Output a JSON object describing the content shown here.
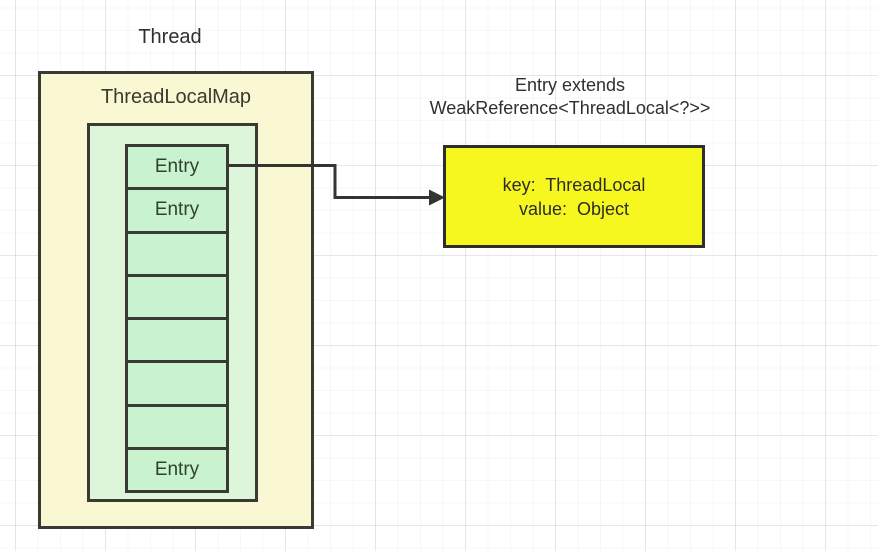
{
  "diagram": {
    "thread_label": "Thread",
    "map_box": {
      "title": "ThreadLocalMap"
    },
    "entry_table": {
      "cells": [
        {
          "label": "Entry"
        },
        {
          "label": "Entry"
        },
        {
          "label": ""
        },
        {
          "label": ""
        },
        {
          "label": ""
        },
        {
          "label": ""
        },
        {
          "label": ""
        },
        {
          "label": "Entry"
        }
      ]
    },
    "entry_note": {
      "line1": "Entry extends",
      "line2": "WeakReference<ThreadLocal<?>>"
    },
    "detail_box": {
      "line1": "key:  ThreadLocal",
      "line2": "value:  Object"
    },
    "colors": {
      "map_box_fill": "#faf8d2",
      "inner_box_fill": "#ddf5d8",
      "entry_cell_fill": "#c9f2ce",
      "detail_box_fill": "#f7f720",
      "border": "#3a3a34",
      "text": "#2f2f2c",
      "grid_line": "#ededed"
    }
  }
}
